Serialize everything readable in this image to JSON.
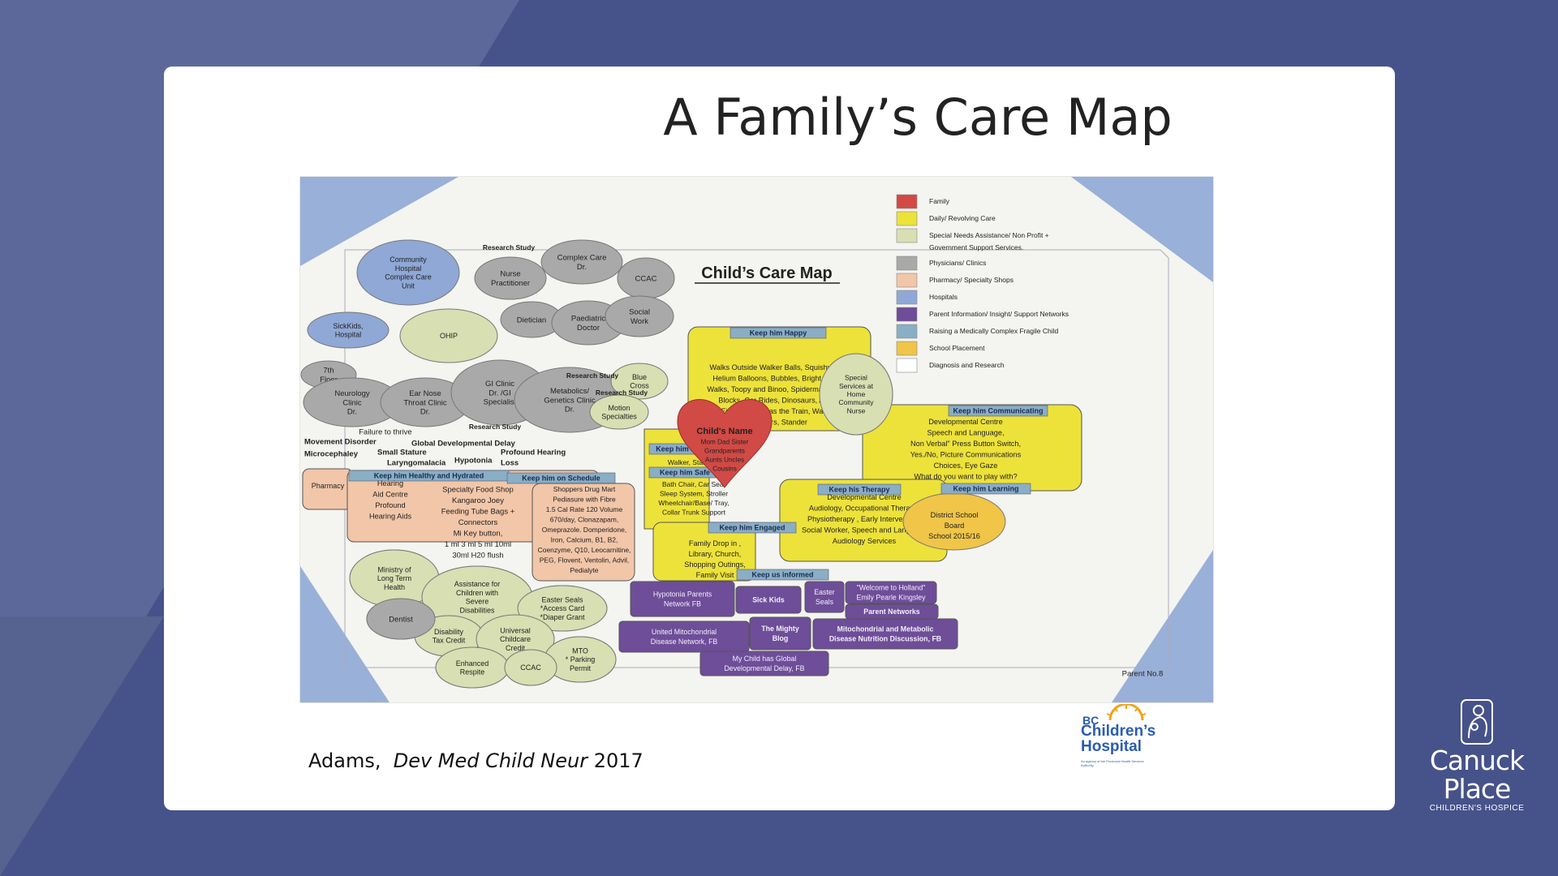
{
  "slide": {
    "title": "A Family’s Care Map",
    "citation_author": "Adams,",
    "citation_journal": "Dev Med Child Neur",
    "citation_year": "2017"
  },
  "map": {
    "title": "Child’s Care Map",
    "footer": "Parent No.8",
    "center_label": "Child's Name",
    "center_family": [
      "Mom Dad Sister",
      "Grandparents",
      "Aunts Uncles",
      "Cousins"
    ],
    "legend": [
      {
        "color": "#d14a45",
        "label": "Family"
      },
      {
        "color": "#ede23a",
        "label": "Daily/ Revolving Care"
      },
      {
        "color": "#d8dfb2",
        "label": "Special Needs Assistance/ Non Profit +"
      },
      {
        "color": "",
        "label": "Government  Support Services."
      },
      {
        "color": "#a9a9a9",
        "label": "Physicians/ Clinics"
      },
      {
        "color": "#f2c6a8",
        "label": "Pharmacy/ Specialty Shops"
      },
      {
        "color": "#8fa8d6",
        "label": "Hospitals"
      },
      {
        "color": "#6e4d99",
        "label": "Parent Information/ Insight/ Support Networks"
      },
      {
        "color": "#8aaec4",
        "label": "Raising a Medically Complex Fragile Child"
      },
      {
        "color": "#f0c548",
        "label": "School Placement"
      },
      {
        "color": "#ffffff",
        "label": "Diagnosis and Research"
      }
    ],
    "hospitals": [
      {
        "id": "community-hospital",
        "lines": [
          "Community",
          "Hospital",
          "Complex Care",
          "Unit"
        ]
      },
      {
        "id": "sickkids",
        "lines": [
          "SickKids,",
          "Hospital"
        ]
      }
    ],
    "physicians": [
      {
        "id": "nurse-practitioner",
        "lines": [
          "Nurse",
          "Practitioner"
        ]
      },
      {
        "id": "complex-care",
        "lines": [
          "Complex Care",
          "Dr."
        ]
      },
      {
        "id": "ccac-top",
        "lines": [
          "CCAC"
        ]
      },
      {
        "id": "dietician",
        "lines": [
          "Dietician"
        ]
      },
      {
        "id": "paediatric-doctor",
        "lines": [
          "Paediatric",
          "Doctor"
        ]
      },
      {
        "id": "social-work",
        "lines": [
          "Social",
          "Work"
        ]
      },
      {
        "id": "seventh-floor",
        "lines": [
          "7th",
          "Floor"
        ]
      },
      {
        "id": "neurology",
        "lines": [
          "Neurology",
          "Clinic",
          "Dr."
        ]
      },
      {
        "id": "ent",
        "lines": [
          "Ear Nose",
          "Throat Clinic",
          "Dr."
        ]
      },
      {
        "id": "gi",
        "lines": [
          "GI Clinic",
          "Dr. /GI",
          "Specialist"
        ]
      },
      {
        "id": "metabolics",
        "lines": [
          "Metabolics/",
          "Genetics Clinic",
          "Dr."
        ]
      },
      {
        "id": "dentist",
        "lines": [
          "Dentist"
        ]
      }
    ],
    "support": [
      {
        "id": "ohip",
        "lines": [
          "OHIP"
        ]
      },
      {
        "id": "blue-cross",
        "lines": [
          "Blue",
          "Cross"
        ]
      },
      {
        "id": "motion",
        "lines": [
          "Motion",
          "Specialties"
        ]
      },
      {
        "id": "ministry",
        "lines": [
          "Ministry of",
          "Long Term",
          "Health"
        ]
      },
      {
        "id": "assistance",
        "lines": [
          "Assistance for",
          "Children with",
          "Severe",
          "Disabilities"
        ]
      },
      {
        "id": "easter-seals-small",
        "lines": [
          "Easter Seals",
          "*Access Card",
          "*Diaper Grant"
        ]
      },
      {
        "id": "disability-tax",
        "lines": [
          "Disability",
          "Tax Credit"
        ]
      },
      {
        "id": "childcare",
        "lines": [
          "Universal",
          "Childcare",
          "Credit"
        ]
      },
      {
        "id": "mto",
        "lines": [
          "MTO",
          "* Parking",
          "Permit"
        ]
      },
      {
        "id": "respite",
        "lines": [
          "Enhanced",
          "Respite"
        ]
      },
      {
        "id": "ccac-bottom",
        "lines": [
          "CCAC"
        ]
      },
      {
        "id": "special-services",
        "lines": [
          "Special",
          "Services at",
          "Home",
          "Community",
          "Nurse"
        ]
      }
    ],
    "research_labels": [
      "Research Study",
      "Research Study",
      "Research Study",
      "Research Study"
    ],
    "diagnoses": [
      "Failure to thrive",
      "Movement Disorder",
      "Microcephaley",
      "Global Developmental Delay",
      "Small Stature",
      "Laryngomalacia",
      "Hypotonia",
      "Profound Hearing",
      "Loss"
    ],
    "happy": {
      "header": "Keep him Happy",
      "lines": [
        "Walks Outside Walker Balls, Squishy Toys",
        "Helium Balloons, Bubbles, Bright Lights,",
        "Walks, Toopy and Binoo, Spiderman, Gags,",
        "Blocks, Car Rides,  Dinosaurs, Action",
        "Figures, Thomas the Train, Walker,",
        "Stickers, Stander"
      ]
    },
    "communicating": {
      "header": "Keep him Communicating",
      "lines": [
        "Developmental Centre",
        "Speech and Language,",
        "Non Verbal\" Press Button Switch,",
        "Yes./No, Picture Communications",
        "Choices, Eye Gaze",
        "What do you want to play with?"
      ]
    },
    "mobile": {
      "header": "Keep him Mobile",
      "lines": [
        "Walker, Stander"
      ]
    },
    "safe": {
      "header": "Keep him Safe",
      "lines": [
        "Bath Chair, Car Seat",
        "Sleep System, Stroller",
        "Wheelchair/Base/ Tray,",
        "Collar  Trunk Support"
      ]
    },
    "therapy": {
      "header": "Keep his Therapy",
      "lines": [
        "Developmental Centre",
        "Audiology, Occupational Therapy,",
        "Physiotherapy , Early Intervention,",
        "Social Worker, Speech and Language",
        "Audiology Services"
      ]
    },
    "learning": {
      "header": "Keep  him Learning",
      "lines": [
        "District School",
        "Board",
        "School 2015/16"
      ]
    },
    "engaged": {
      "header": "Keep him Engaged",
      "lines": [
        "Family Drop in ,",
        "Library, Church,",
        "Shopping Outings,",
        "Family Visit"
      ]
    },
    "healthy": {
      "header": "Keep him Healthy and Hydrated"
    },
    "schedule": {
      "header": "Keep him on Schedule"
    },
    "pharmacy": {
      "label": "Pharmacy"
    },
    "hearing": {
      "lines": [
        "Hearing",
        "Aid Centre",
        "Profound",
        "Hearing Aids"
      ]
    },
    "food_shop": {
      "lines": [
        "Specialty Food Shop",
        "Kangaroo Joey",
        "Feeding Tube Bags +",
        "Connectors",
        "Mi Key button,",
        "1 ml 3 ml 5 ml 10ml",
        "30ml H20 flush"
      ]
    },
    "drug_mart": {
      "lines": [
        "Shoppers Drug Mart",
        "Pediasure with Fibre",
        "1.5 Cal Rate 120 Volume",
        "670/day, Clonazapam,",
        "Omeprazole. Domperidone,",
        "Iron, Calcium, B1, B2,",
        "Coenzyme, Q10, Leocarnitine,",
        "PEG, Flovent, Ventolin, Advil,",
        "Pedialyte"
      ]
    },
    "informed": {
      "header": "Keep us informed",
      "items": [
        {
          "id": "hypotonia-parents",
          "lines": [
            "Hypotonia Parents",
            "Network FB"
          ]
        },
        {
          "id": "sick-kids",
          "lines": [
            "Sick Kids"
          ]
        },
        {
          "id": "easter-seals-net",
          "lines": [
            "Easter",
            "Seals"
          ]
        },
        {
          "id": "welcome-holland",
          "lines": [
            "\"Welcome to Holland\"",
            "Emily Pearle Kingsley"
          ]
        },
        {
          "id": "parent-networks",
          "lines": [
            "Parent Networks"
          ]
        },
        {
          "id": "united-mito",
          "lines": [
            "United Mitochondrial",
            "Disease Network, FB"
          ]
        },
        {
          "id": "mighty-blog",
          "lines": [
            "The Mighty",
            "Blog"
          ]
        },
        {
          "id": "mito-metabolic",
          "lines": [
            "Mitochondrial and Metabolic",
            "Disease  Nutrition Discussion, FB"
          ]
        },
        {
          "id": "global-delay",
          "lines": [
            "My Child has Global",
            "Developmental Delay, FB"
          ]
        }
      ]
    }
  },
  "logos": {
    "bch_prefix": "BC",
    "bch_name": "Children’s Hospital",
    "bch_agency": "An agency of the Provincial Health Services Authority",
    "canuck_line1": "Canuck",
    "canuck_line2": "Place",
    "canuck_line3": "CHILDREN'S HOSPICE"
  },
  "colors": {
    "background": "#46528a",
    "family": "#d14a45",
    "daily": "#ede23a",
    "support": "#d8dfb2",
    "physician": "#a9a9a9",
    "pharmacy": "#f2c6a8",
    "hospital": "#8fa8d6",
    "network": "#6e4d99",
    "header": "#8aaec4",
    "school": "#f0c548"
  }
}
